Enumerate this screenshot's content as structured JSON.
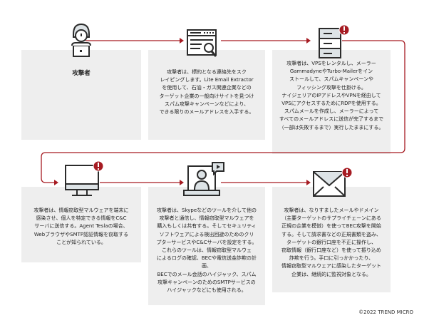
{
  "colors": {
    "accent": "#a61b22",
    "box": "#eeeeee",
    "icon": "#2b2b2b",
    "icon_fill": "#dde3e6"
  },
  "steps": [
    {
      "icon": "attacker-icon",
      "title": "攻撃者",
      "text": ""
    },
    {
      "icon": "web-search-icon",
      "text": "攻撃者は、標的となる連絡先をスク\nレイピングします。Lite Email Extractor\nを使用して、石油・ガス関連企業などの\nターゲット企業の一般向けサイトを見つけ\nスパム攻撃キャンペーンなどにより、\nできる限りのメールアドレスを入手する。"
    },
    {
      "icon": "server-alert-icon",
      "text": "攻撃者は、VPSをレンタルし、メーラー\nGammadyneやTurbo-Mailerをイン\nストールして、スパムキャンペーンや\nフィッシング攻撃を仕掛ける。\nナイジェリアのIPアドレスやVPNを経由して\nVPSにアクセスするためにRDPを使用する。\nスパムメールを作成し、メーラーによって\nすべてのメールアドレスに送信が完了するまで\n（一部は失敗するまで）実行したままにする。"
    },
    {
      "icon": "monitor-alert-icon",
      "text": "攻撃者は、情報窃取型マルウェアを端末に\n感染させ、個人を特定できる情報をC&C\nサーバに送信する。Agent Teslaの場合、\nWebブラウザやSMTP認証情報を窃取する\nことが知られている。"
    },
    {
      "icon": "video-chat-laptop-icon",
      "text": "攻撃者は、Skypeなどのツールを介して他の\n攻撃者と通信し、情報窃取型マルウェアを\n購入もしくは共有する。そしてセキュリティ\nソフトウェアによる検出回避のためのクリ\nプターサービスやC&Cサーバを設定をする。\nこれらのツールは、情報窃取型マルウェ\nによるログの確認、BECや電信送金詐欺の計画、\nBECでのメール会話のハイジャック、スパム\n攻撃キャンペーンのためのSMTPサービスの\nハイジャックなどにも使用される。"
    },
    {
      "icon": "envelope-alert-icon",
      "text": "攻撃者は、なりすましたメールやドメイン\n（主要ターゲットのサプライチェーンにある\n正規の企業を模倣）を使ってBEC攻撃を開始\nする。そして請求書などの正規書類を盗み、\nターゲットの銀行口座を不正に操作し、\n窃取情報（銀行口座など）を使って振り込め\n詐欺を行う。手口に引っかかったり、\n情報窃取型マルウェアに感染したターゲット\n企業は、継続的に監視対象となる。"
    }
  ],
  "copyright": "©2022 TREND MICRO"
}
